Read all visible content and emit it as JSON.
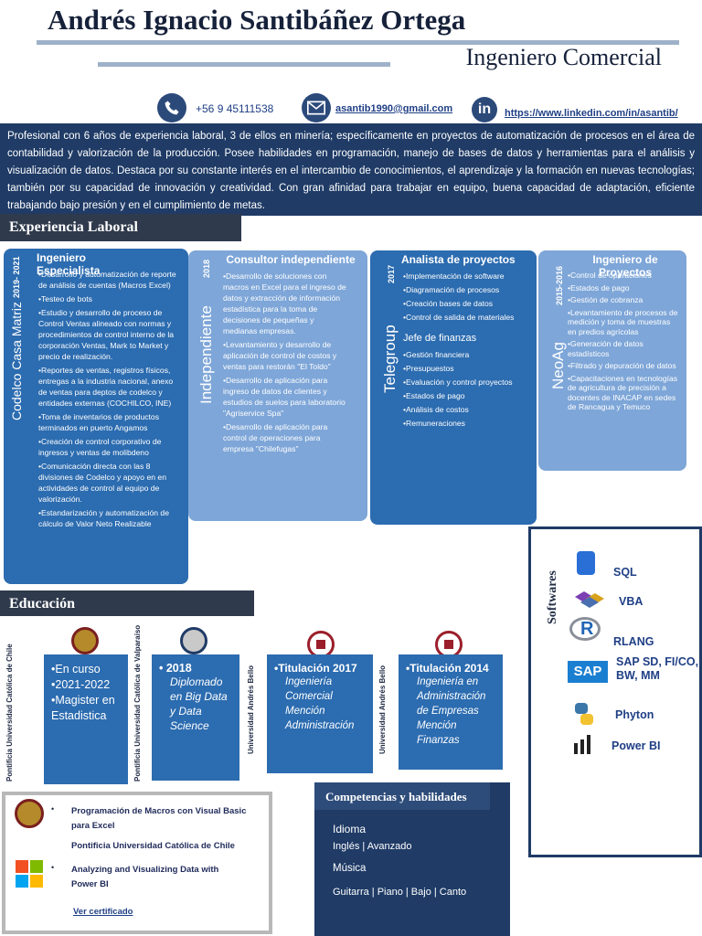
{
  "header": {
    "name": "Andrés Ignacio Santibáñez Ortega",
    "title": "Ingeniero Comercial"
  },
  "contact": {
    "phone": "+56 9 45111538",
    "email": "asantib1990@gmail.com",
    "linkedin": "https://www.linkedin.com/in/asantib/"
  },
  "summary": "Profesional con 6 años de experiencia laboral, 3 de ellos en minería; específicamente en proyectos de automatización de procesos en el área de contabilidad y valorización de la producción. Posee habilidades en programación, manejo de bases de datos y herramientas para el análisis y visualización de datos. Destaca por su constante interés en el intercambio de conocimientos, el aprendizaje y la formación en nuevas tecnologías; también por su capacidad de innovación y creatividad. Con gran afinidad para trabajar en equipo, buena capacidad de adaptación, eficiente trabajando bajo presión y en el cumplimiento de metas.",
  "experience": {
    "heading": "Experiencia Laboral",
    "jobs": [
      {
        "company": "Codelco Casa Matriz",
        "period": "2019- 2021",
        "role": "Ingeniero Especialista",
        "items": [
          "•Desarrollo y automatización de reporte de análisis de cuentas (Macros Excel)",
          "•Testeo de bots",
          "•Estudio y desarrollo de proceso de Control Ventas alineado con normas y procedimientos de control interno de la corporación Ventas, Mark to Market y precio de realización.",
          "•Reportes de ventas, registros físicos, entregas a la industria nacional, anexo de ventas para deptos de codelco y entidades externas (COCHILCO, INE)",
          "•Toma de inventarios de productos terminados en puerto Angamos",
          "•Creación de control corporativo de ingresos y ventas de molibdeno",
          "•Comunicación directa con las 8 divisiones de Codelco y apoyo en en actividades de control al equipo de valorización.",
          "•Estandarización y automatización de cálculo de Valor Neto Realizable"
        ]
      },
      {
        "company": "Independiente",
        "period": "2018",
        "role": "Consultor independiente",
        "items": [
          "•Desarrollo de soluciones con macros en Excel para el ingreso de datos y extracción de información estadística para la toma de decisiones de pequeñas y medianas empresas.",
          "•Levantamiento y desarrollo de aplicación de control de costos y ventas para restorán \"El Toldo\"",
          "•Desarrollo de aplicación para ingreso de datos de clientes y estudios de suelos para laboratorio \"Agriservice Spa\"",
          "•Desarrollo de aplicación para control de operaciones para empresa \"Chilefugas\""
        ]
      },
      {
        "company": "Telegroup",
        "period": "2017",
        "role": "Analista de proyectos",
        "items": [
          "•Implementación de software",
          "•Diagramación de procesos",
          "•Creación bases de datos",
          "•Control de salida de materiales"
        ],
        "role2": "Jefe de finanzas",
        "items2": [
          "•Gestión financiera",
          "•Presupuestos",
          "•Evaluación y control proyectos",
          "•Estados de pago",
          "•Análisis de costos",
          "•Remuneraciones"
        ]
      },
      {
        "company": "NeoAg",
        "period": "2015-2016",
        "role": "Ingeniero de Proyectos",
        "items": [
          "•Control de operaciones",
          "•Estados de pago",
          "•Gestión de cobranza",
          "•Levantamiento de procesos de medición y toma de muestras en predios agrícolas",
          "•Generación de datos estadísticos",
          "•Filtrado y depuración de datos",
          "•Capacitaciones en tecnologías de agricultura de precisión a docentes de INACAP en sedes de Rancagua y Temuco"
        ]
      }
    ]
  },
  "education": {
    "heading": "Educación",
    "entries": [
      {
        "institution": "Pontificia Universidad Católica de Chile",
        "lines": [
          "•En curso",
          "•2021-2022",
          "•Magister en Estadistica"
        ]
      },
      {
        "institution": "Pontificia Universidad Católica de Valparaíso",
        "year": "• 2018",
        "detail": "Diplomado en Big Data y Data Science"
      },
      {
        "institution": "Universidad Andrés Bello",
        "year": "•Titulación 2017",
        "detail": "Ingeniería Comercial Mención Administración"
      },
      {
        "institution": "Universidad Andrés Bello",
        "year": "•Titulación 2014",
        "detail": "Ingeniería en Administración de Empresas Mención Finanzas"
      }
    ]
  },
  "software": {
    "heading": "Softwares",
    "items": [
      "SQL",
      "VBA",
      "RLANG",
      "SAP SD, FI/CO, BW, MM",
      "Phyton",
      "Power BI"
    ]
  },
  "courses": {
    "items": [
      {
        "title": "Programación de Macros con Visual Basic para Excel",
        "provider": "Pontificia Universidad Católica de Chile"
      },
      {
        "title": "Analyzing and Visualizing Data with Power BI"
      }
    ],
    "certificate": "Ver certificado"
  },
  "skills": {
    "heading": "Competencias y habilidades",
    "language_label": "Idioma",
    "language_value": "Inglés | Avanzado",
    "music_label": "Música",
    "music_value": "Guitarra | Piano | Bajo | Canto"
  },
  "colors": {
    "navy": "#1f3b66",
    "blue": "#2c6cb0",
    "light_blue": "#7ea6d8",
    "dark_bar": "#2f3a4c"
  }
}
